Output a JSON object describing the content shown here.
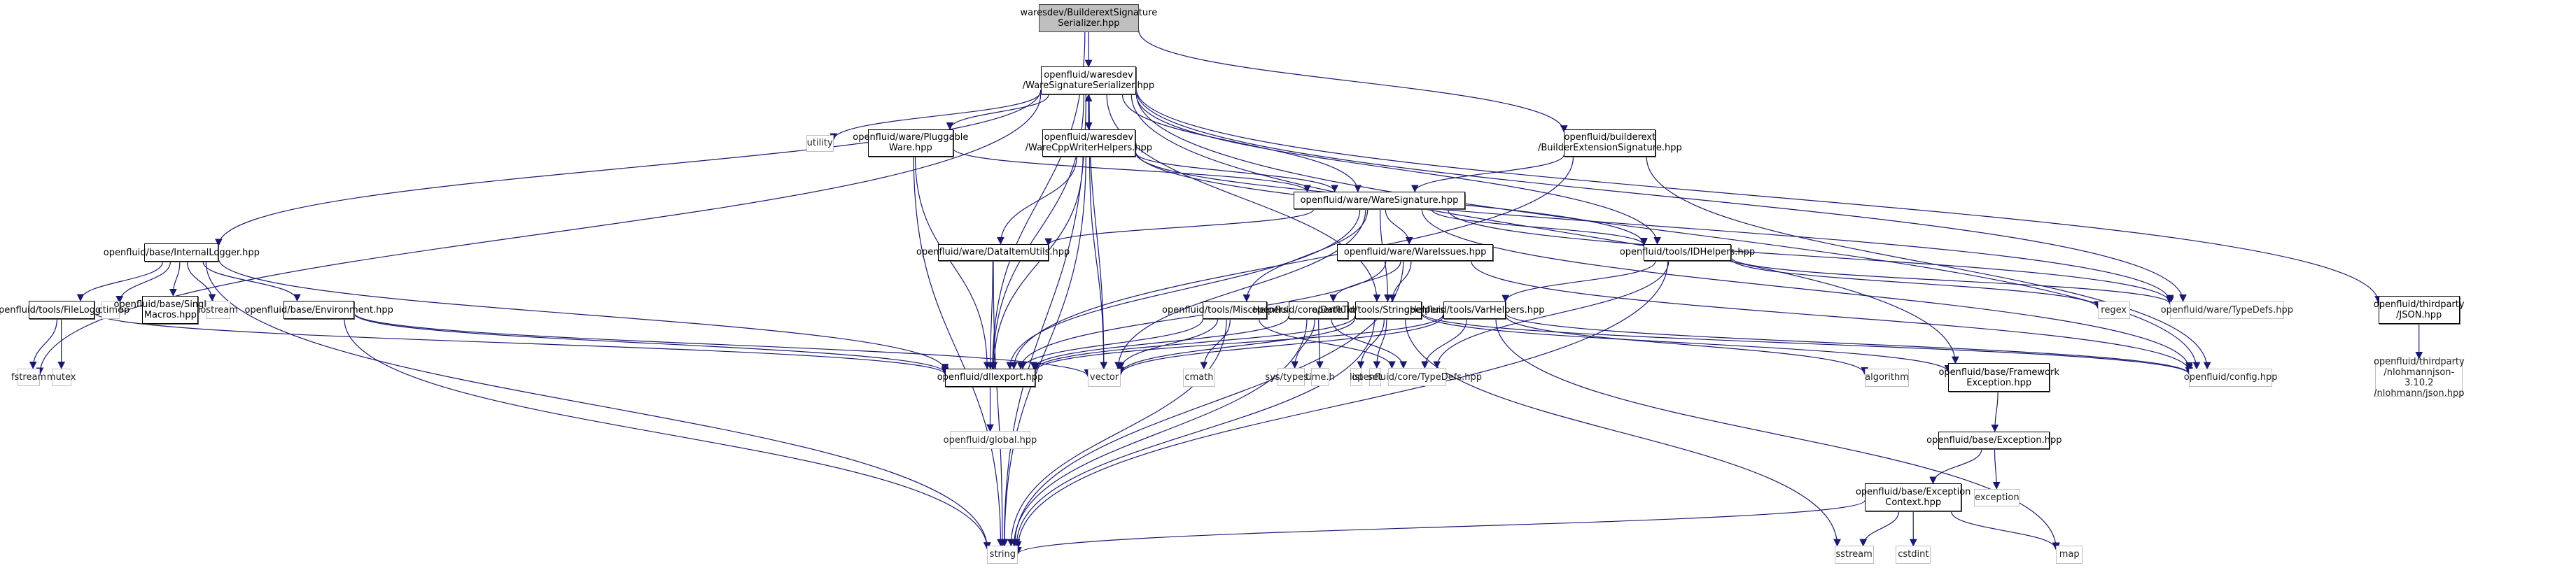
{
  "diagram": {
    "type": "include-dependency-graph",
    "edge_color": "#191970",
    "root_fill": "#bfbfbf",
    "internal_border": "#000000",
    "external_border": "#bfbfbf",
    "nodes": [
      {
        "id": "root",
        "label": "waresdev/BuilderextSignature\nSerializer.hpp",
        "kind": "root"
      },
      {
        "id": "wss",
        "label": "openfluid/waresdev\n/WareSignatureSerializer.hpp",
        "kind": "internal"
      },
      {
        "id": "bes",
        "label": "openfluid/builderext\n/BuilderExtensionSignature.hpp",
        "kind": "internal"
      },
      {
        "id": "utility",
        "label": "utility",
        "kind": "external"
      },
      {
        "id": "pw",
        "label": "openfluid/ware/Pluggable\nWare.hpp",
        "kind": "internal"
      },
      {
        "id": "wcwh",
        "label": "openfluid/waresdev\n/WareCppWriterHelpers.hpp",
        "kind": "internal"
      },
      {
        "id": "ws",
        "label": "openfluid/ware/WareSignature.hpp",
        "kind": "internal"
      },
      {
        "id": "il",
        "label": "openfluid/base/InternalLogger.hpp",
        "kind": "internal"
      },
      {
        "id": "diu",
        "label": "openfluid/ware/DataItemUtils.hpp",
        "kind": "internal"
      },
      {
        "id": "wi",
        "label": "openfluid/ware/WareIssues.hpp",
        "kind": "internal"
      },
      {
        "id": "idh",
        "label": "openfluid/tools/IDHelpers.hpp",
        "kind": "internal"
      },
      {
        "id": "regex",
        "label": "regex",
        "kind": "external"
      },
      {
        "id": "wtd",
        "label": "openfluid/ware/TypeDefs.hpp",
        "kind": "external"
      },
      {
        "id": "json",
        "label": "openfluid/thirdparty\n/JSON.hpp",
        "kind": "internal"
      },
      {
        "id": "fl",
        "label": "openfluid/tools/FileLogger.hpp",
        "kind": "internal"
      },
      {
        "id": "ctime",
        "label": "ctime",
        "kind": "external"
      },
      {
        "id": "sm",
        "label": "openfluid/base/Singleton\nMacros.hpp",
        "kind": "internal"
      },
      {
        "id": "iostream",
        "label": "iostream",
        "kind": "external"
      },
      {
        "id": "env",
        "label": "openfluid/base/Environment.hpp",
        "kind": "internal"
      },
      {
        "id": "mh",
        "label": "openfluid/tools/MiscHelpers.hpp",
        "kind": "internal"
      },
      {
        "id": "dt",
        "label": "openfluid/core/DateTime.hpp",
        "kind": "internal"
      },
      {
        "id": "sh",
        "label": "openfluid/tools/StringHelpers.hpp",
        "kind": "internal"
      },
      {
        "id": "vh",
        "label": "openfluid/tools/VarHelpers.hpp",
        "kind": "internal"
      },
      {
        "id": "nlohmann",
        "label": "openfluid/thirdparty\n/nlohmannjson-3.10.2\n/nlohmann/json.hpp",
        "kind": "external"
      },
      {
        "id": "fstream",
        "label": "fstream",
        "kind": "external"
      },
      {
        "id": "mutex",
        "label": "mutex",
        "kind": "external"
      },
      {
        "id": "dll",
        "label": "openfluid/dllexport.hpp",
        "kind": "internal"
      },
      {
        "id": "vector",
        "label": "vector",
        "kind": "external"
      },
      {
        "id": "cmath",
        "label": "cmath",
        "kind": "external"
      },
      {
        "id": "systypes",
        "label": "sys/types.h",
        "kind": "external"
      },
      {
        "id": "timeh",
        "label": "time.h",
        "kind": "external"
      },
      {
        "id": "list",
        "label": "list",
        "kind": "external"
      },
      {
        "id": "set",
        "label": "set",
        "kind": "external"
      },
      {
        "id": "ctd",
        "label": "openfluid/core/TypeDefs.hpp",
        "kind": "external"
      },
      {
        "id": "algorithm",
        "label": "algorithm",
        "kind": "external"
      },
      {
        "id": "fe",
        "label": "openfluid/base/Framework\nException.hpp",
        "kind": "internal"
      },
      {
        "id": "config",
        "label": "openfluid/config.hpp",
        "kind": "external"
      },
      {
        "id": "global",
        "label": "openfluid/global.hpp",
        "kind": "external"
      },
      {
        "id": "exc",
        "label": "openfluid/base/Exception.hpp",
        "kind": "internal"
      },
      {
        "id": "exception",
        "label": "exception",
        "kind": "external"
      },
      {
        "id": "ec",
        "label": "openfluid/base/Exception\nContext.hpp",
        "kind": "internal"
      },
      {
        "id": "string",
        "label": "string",
        "kind": "external"
      },
      {
        "id": "sstream",
        "label": "sstream",
        "kind": "external"
      },
      {
        "id": "cstdint",
        "label": "cstdint",
        "kind": "external"
      },
      {
        "id": "map",
        "label": "map",
        "kind": "external"
      }
    ],
    "edges": [
      [
        "root",
        "wss"
      ],
      [
        "root",
        "bes"
      ],
      [
        "root",
        "dll"
      ],
      [
        "wss",
        "utility"
      ],
      [
        "wss",
        "pw"
      ],
      [
        "wss",
        "wcwh"
      ],
      [
        "wss",
        "ws"
      ],
      [
        "wss",
        "il"
      ],
      [
        "wss",
        "idh"
      ],
      [
        "wss",
        "sh"
      ],
      [
        "wss",
        "wtd"
      ],
      [
        "wss",
        "json"
      ],
      [
        "wss",
        "fstream"
      ],
      [
        "wss",
        "dll"
      ],
      [
        "wss",
        "vector"
      ],
      [
        "wss",
        "string"
      ],
      [
        "wss",
        "config"
      ],
      [
        "wss",
        "fe"
      ],
      [
        "wcwh",
        "wss"
      ],
      [
        "wcwh",
        "ws"
      ],
      [
        "wcwh",
        "diu"
      ],
      [
        "wcwh",
        "idh"
      ],
      [
        "wcwh",
        "dll"
      ],
      [
        "wcwh",
        "vector"
      ],
      [
        "wcwh",
        "string"
      ],
      [
        "wcwh",
        "wtd"
      ],
      [
        "bes",
        "ws"
      ],
      [
        "bes",
        "dll"
      ],
      [
        "bes",
        "config"
      ],
      [
        "pw",
        "ws"
      ],
      [
        "pw",
        "dll"
      ],
      [
        "pw",
        "string"
      ],
      [
        "ws",
        "diu"
      ],
      [
        "ws",
        "wi"
      ],
      [
        "ws",
        "mh"
      ],
      [
        "ws",
        "sh"
      ],
      [
        "ws",
        "idh"
      ],
      [
        "ws",
        "dll"
      ],
      [
        "ws",
        "wtd"
      ],
      [
        "ws",
        "config"
      ],
      [
        "ws",
        "vector"
      ],
      [
        "il",
        "fl"
      ],
      [
        "il",
        "ctime"
      ],
      [
        "il",
        "sm"
      ],
      [
        "il",
        "iostream"
      ],
      [
        "il",
        "env"
      ],
      [
        "il",
        "string"
      ],
      [
        "il",
        "dll"
      ],
      [
        "diu",
        "dll"
      ],
      [
        "diu",
        "string"
      ],
      [
        "wi",
        "dt"
      ],
      [
        "wi",
        "sh"
      ],
      [
        "wi",
        "dll"
      ],
      [
        "wi",
        "string"
      ],
      [
        "wi",
        "config"
      ],
      [
        "idh",
        "vh"
      ],
      [
        "idh",
        "regex"
      ],
      [
        "idh",
        "ctd"
      ],
      [
        "idh",
        "string"
      ],
      [
        "idh",
        "wtd"
      ],
      [
        "fl",
        "fstream"
      ],
      [
        "fl",
        "mutex"
      ],
      [
        "fl",
        "dll"
      ],
      [
        "env",
        "dll"
      ],
      [
        "env",
        "string"
      ],
      [
        "env",
        "vector"
      ],
      [
        "mh",
        "dll"
      ],
      [
        "mh",
        "cmath"
      ],
      [
        "mh",
        "string"
      ],
      [
        "mh",
        "vector"
      ],
      [
        "mh",
        "ctd"
      ],
      [
        "dt",
        "systypes"
      ],
      [
        "dt",
        "timeh"
      ],
      [
        "dt",
        "ctd"
      ],
      [
        "dt",
        "dll"
      ],
      [
        "dt",
        "string"
      ],
      [
        "sh",
        "list"
      ],
      [
        "sh",
        "set"
      ],
      [
        "sh",
        "vector"
      ],
      [
        "sh",
        "string"
      ],
      [
        "sh",
        "sstream"
      ],
      [
        "sh",
        "fe"
      ],
      [
        "sh",
        "dll"
      ],
      [
        "sh",
        "config"
      ],
      [
        "vh",
        "algorithm"
      ],
      [
        "vh",
        "ctd"
      ],
      [
        "vh",
        "vector"
      ],
      [
        "vh",
        "map"
      ],
      [
        "vh",
        "dll"
      ],
      [
        "vh",
        "config"
      ],
      [
        "json",
        "nlohmann"
      ],
      [
        "dll",
        "global"
      ],
      [
        "fe",
        "exc"
      ],
      [
        "exc",
        "ec"
      ],
      [
        "exc",
        "exception"
      ],
      [
        "ec",
        "sstream"
      ],
      [
        "ec",
        "cstdint"
      ],
      [
        "ec",
        "map"
      ],
      [
        "ec",
        "string"
      ]
    ]
  }
}
